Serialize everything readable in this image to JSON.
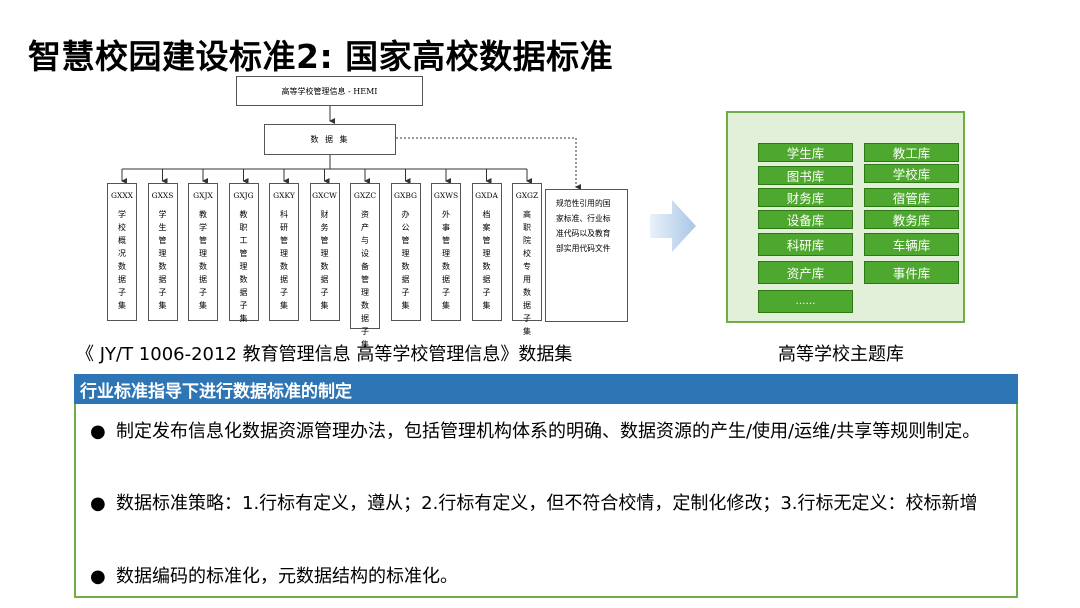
{
  "title": "智慧校园建设标准2: 国家高校数据标准",
  "diagram": {
    "top_label": "高等学校管理信息 - HEMI",
    "dataset_label": "数 据 集",
    "columns": [
      {
        "code": "GXXX",
        "name": "学校概况数据子集"
      },
      {
        "code": "GXXS",
        "name": "学生管理数据子集"
      },
      {
        "code": "GXJX",
        "name": "教学管理数据子集"
      },
      {
        "code": "GXJG",
        "name": "教职工管理数据子集"
      },
      {
        "code": "GXKY",
        "name": "科研管理数据子集"
      },
      {
        "code": "GXCW",
        "name": "财务管理数据子集"
      },
      {
        "code": "GXZC",
        "name": "资产与设备管理数据子集"
      },
      {
        "code": "GXBG",
        "name": "办公管理数据子集"
      },
      {
        "code": "GXWS",
        "name": "外事管理数据子集"
      },
      {
        "code": "GXDA",
        "name": "档案管理数据子集"
      },
      {
        "code": "GXGZ",
        "name": "高职院校专用数据子集"
      }
    ],
    "note": "规范性引用的国家标准、行业标准代码以及教育部实用代码文件"
  },
  "caption_left": "《 JY/T 1006-2012 教育管理信息 高等学校管理信息》数据集",
  "caption_right": "高等学校主题库",
  "library": {
    "left": [
      "学生库",
      "图书库",
      "财务库",
      "设备库",
      "科研库",
      "资产库",
      "……"
    ],
    "right": [
      "教工库",
      "学校库",
      "宿管库",
      "教务库",
      "车辆库",
      "事件库"
    ]
  },
  "panel": {
    "heading": "行业标准指导下进行数据标准的制定",
    "bullets": [
      "制定发布信息化数据资源管理办法，包括管理机构体系的明确、数据资源的产生/使用/运维/共享等规则制定。",
      "数据标准策略：1.行标有定义，遵从；2.行标有定义，但不符合校情，定制化修改；3.行标无定义：校标新增",
      "数据编码的标准化，元数据结构的标准化。"
    ],
    "bullet_symbol": "●"
  },
  "colors": {
    "panel_head": "#2e75b6",
    "panel_border": "#70ad47",
    "chip": "#4ea72e",
    "lib_bg": "#e2efd9"
  }
}
